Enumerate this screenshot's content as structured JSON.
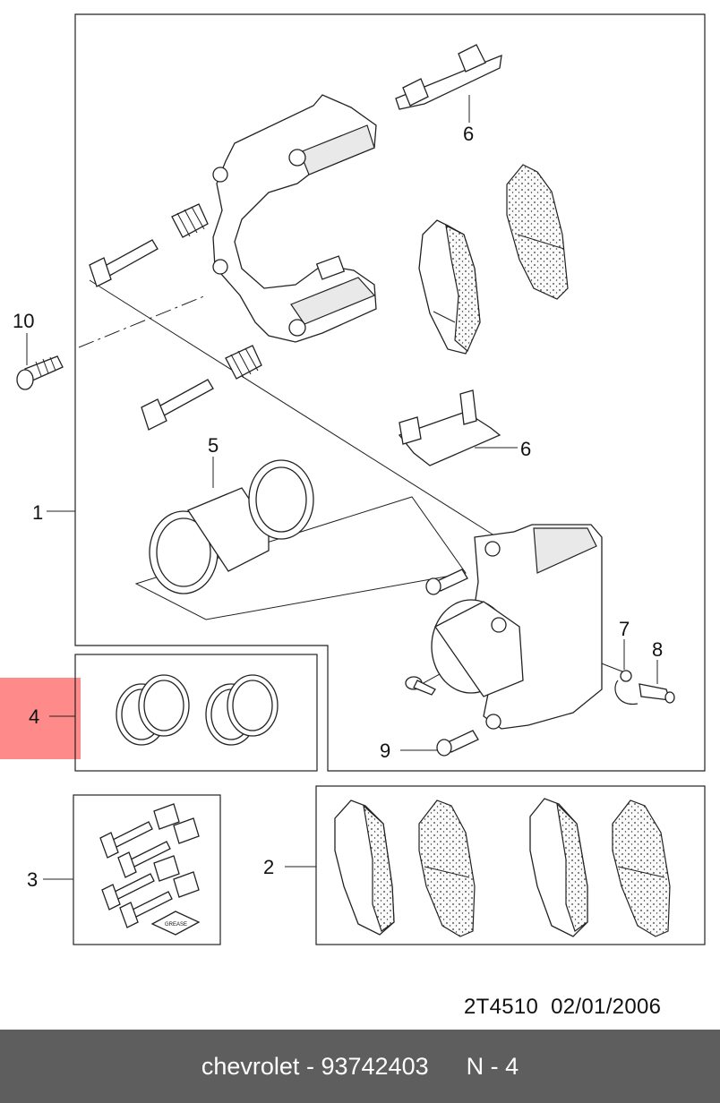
{
  "callouts": {
    "c1": "1",
    "c2": "2",
    "c3": "3",
    "c4": "4",
    "c5": "5",
    "c6a": "6",
    "c6b": "6",
    "c7": "7",
    "c8": "8",
    "c9": "9",
    "c10": "10"
  },
  "highlight": {
    "callout": "4",
    "color": "#ff8a8a"
  },
  "grease_label": "GREASE",
  "drawing_code": "2T4510",
  "drawing_date": "02/01/2006",
  "footer": {
    "brand": "chevrolet",
    "sep": "-",
    "part_number": "93742403",
    "position": "N - 4"
  }
}
